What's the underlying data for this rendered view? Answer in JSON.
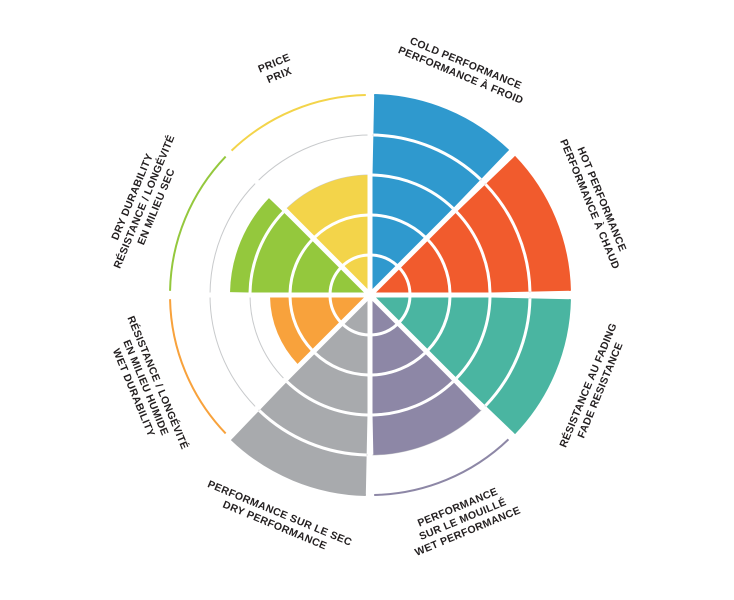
{
  "chart_data": {
    "type": "rose",
    "title": "",
    "scale": {
      "min": 0,
      "max": 5,
      "ring_step": 1
    },
    "grid_color": "#c8cacc",
    "label_color": "#231f20",
    "legend_position": "around",
    "categories": [
      {
        "id": "cold-performance",
        "lines": [
          "COLD PERFORMANCE",
          "PERFORMANCE À FROID"
        ],
        "value": 5,
        "color": "#2f99ce"
      },
      {
        "id": "hot-performance",
        "lines": [
          "HOT PERFORMANCE",
          "PERFORMANCE À CHAUD"
        ],
        "value": 5,
        "color": "#f15b2d"
      },
      {
        "id": "fade-resistance",
        "lines": [
          "RÉSISTANCE AU FADING",
          "FADE RESISTANCE"
        ],
        "value": 5,
        "color": "#4ab5a1"
      },
      {
        "id": "wet-performance",
        "lines": [
          "PERFORMANCE",
          "SUR LE MOUILLÉ",
          "WET PERFORMANCE"
        ],
        "value": 4,
        "color": "#8d87a6"
      },
      {
        "id": "dry-performance",
        "lines": [
          "PERFORMANCE SUR LE SEC",
          "DRY PERFORMANCE"
        ],
        "value": 5,
        "color": "#a8aaad"
      },
      {
        "id": "wet-durability",
        "lines": [
          "RÉSISTANCE / LONGÉVITÉ",
          "EN MILIEU HUMIDE",
          "WET DURABILITY"
        ],
        "value": 2.5,
        "color": "#f8a23c"
      },
      {
        "id": "dry-durability",
        "lines": [
          "DRY DURABILITY",
          "RÉSISTANCE / LONGÉVITÉ",
          "EN MILIEU SEC"
        ],
        "value": 3.5,
        "color": "#94c83d"
      },
      {
        "id": "price",
        "lines": [
          "PRICE",
          "PRIX"
        ],
        "value": 3,
        "color": "#f3d44a"
      }
    ]
  }
}
